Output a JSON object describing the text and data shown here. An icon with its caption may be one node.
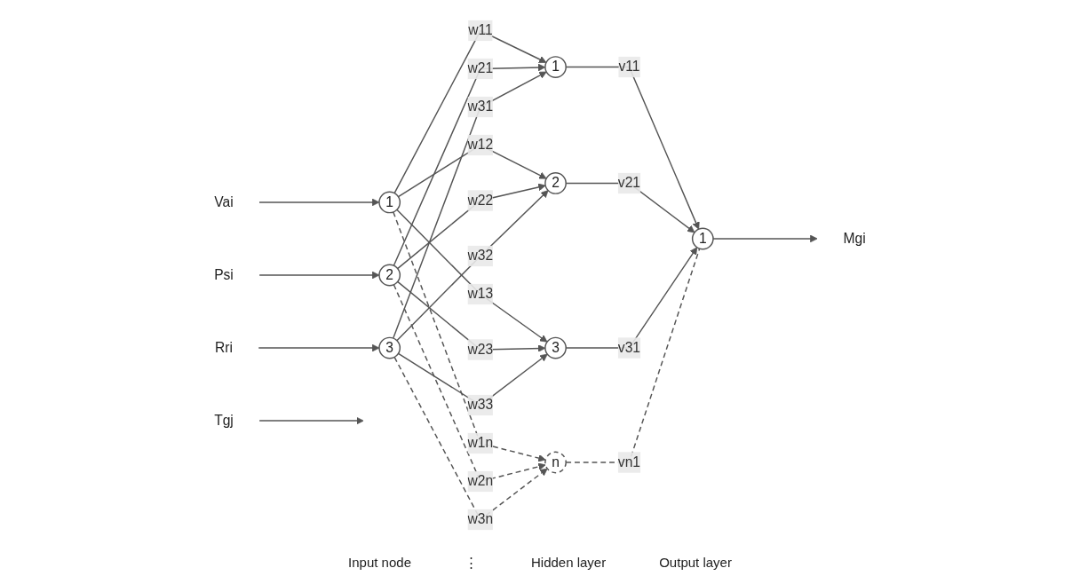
{
  "diagram": {
    "nodes": [
      {
        "text": [
          "Vai"
        ]
      },
      {
        "text": [
          "1"
        ]
      },
      {
        "text": [
          "Psi"
        ]
      },
      {
        "text": [
          "2"
        ]
      },
      {
        "text": [
          "Rri"
        ]
      },
      {
        "text": [
          "3"
        ]
      },
      {
        "text": [
          "1"
        ]
      },
      {
        "text": [
          "2"
        ]
      },
      {
        "text": [
          "3"
        ]
      },
      {
        "text": [
          "n"
        ]
      },
      {
        "text": [
          "1"
        ]
      },
      {
        "text": [
          "Tgj"
        ]
      },
      {
        "text": [
          "Mgi"
        ]
      }
    ],
    "edges": [
      {
        "from": 0,
        "to": 1,
        "arrow": "to"
      },
      {
        "from": 2,
        "to": 3,
        "arrow": "to"
      },
      {
        "from": 4,
        "to": 5,
        "arrow": "to"
      },
      {
        "from": 1,
        "to": 6,
        "arrow": "to",
        "label": "w11"
      },
      {
        "from": 1,
        "to": 7,
        "arrow": "to",
        "label": "w12"
      },
      {
        "from": 1,
        "to": 8,
        "arrow": "to",
        "label": "w13"
      },
      {
        "from": 1,
        "to": 9,
        "arrow": "to",
        "label": "w1n",
        "style": "dashed"
      },
      {
        "from": 3,
        "to": 6,
        "arrow": "to",
        "label": "w21"
      },
      {
        "from": 3,
        "to": 7,
        "arrow": "to",
        "label": "w22"
      },
      {
        "from": 3,
        "to": 8,
        "arrow": "to",
        "label": "w23"
      },
      {
        "from": 3,
        "to": 9,
        "arrow": "to",
        "label": "w2n",
        "style": "dashed"
      },
      {
        "from": 5,
        "to": 6,
        "arrow": "to",
        "label": "w31"
      },
      {
        "from": 5,
        "to": 7,
        "arrow": "to",
        "label": "w32"
      },
      {
        "from": 5,
        "to": 8,
        "arrow": "to",
        "label": "w33"
      },
      {
        "from": 5,
        "to": 9,
        "arrow": "to",
        "label": "w3n",
        "style": "dashed"
      },
      {
        "from": 6,
        "to": 10,
        "arrow": "to",
        "label": "v11"
      },
      {
        "from": 7,
        "to": 10,
        "arrow": "to",
        "label": "v21"
      },
      {
        "from": 8,
        "to": 10,
        "arrow": "to",
        "label": "v31"
      },
      {
        "from": 9,
        "to": 10,
        "arrow": "none",
        "label": "vn1",
        "style": "dashed"
      },
      {
        "from": 10,
        "to": 12,
        "arrow": "to"
      },
      {
        "from": 11,
        "to": null,
        "arrow": "to"
      }
    ],
    "labels": [
      "Input node",
      "⋮",
      "Hidden layer",
      "Output layer"
    ]
  }
}
